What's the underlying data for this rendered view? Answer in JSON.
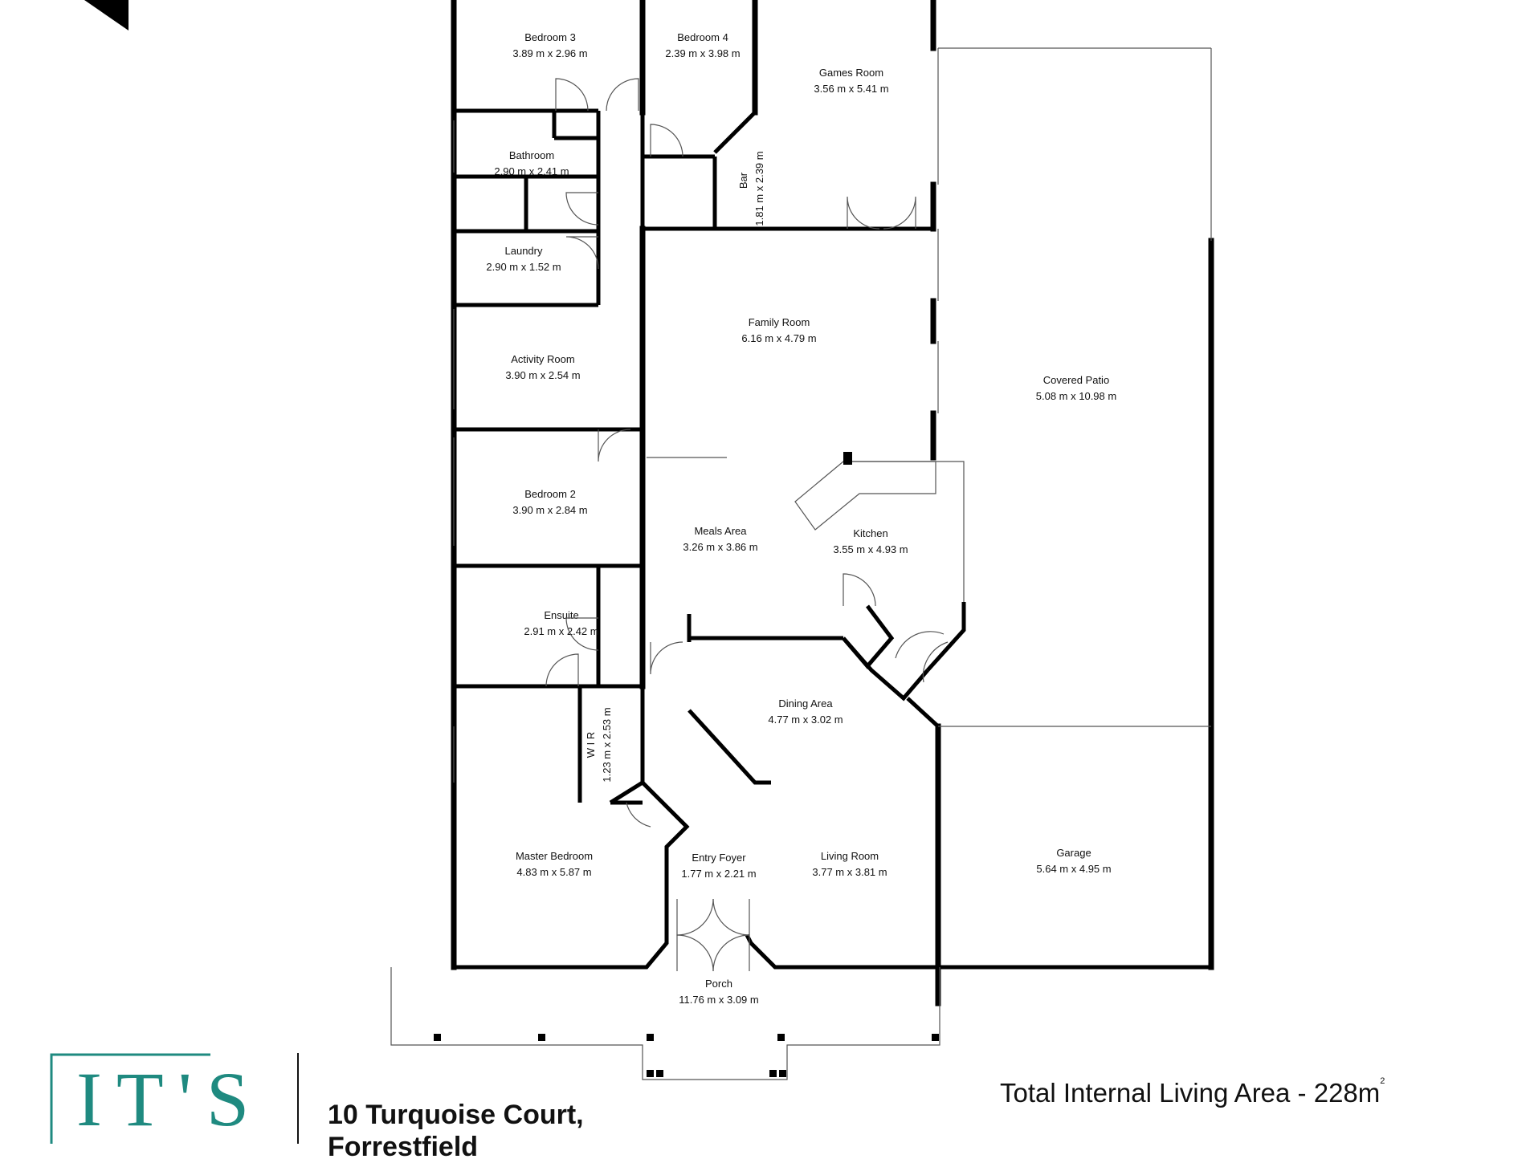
{
  "rooms": {
    "bedroom3": {
      "name": "Bedroom 3",
      "dims": "3.89 m x 2.96 m"
    },
    "bedroom4": {
      "name": "Bedroom 4",
      "dims": "2.39 m x 3.98 m"
    },
    "games": {
      "name": "Games Room",
      "dims": "3.56 m x 5.41 m"
    },
    "bathroom": {
      "name": "Bathroom",
      "dims": "2.90 m x 2.41 m"
    },
    "bar": {
      "name": "Bar",
      "dims": "1.81 m x 2.39 m"
    },
    "laundry": {
      "name": "Laundry",
      "dims": "2.90 m x 1.52 m"
    },
    "family": {
      "name": "Family Room",
      "dims": "6.16 m x 4.79 m"
    },
    "activity": {
      "name": "Activity Room",
      "dims": "3.90 m x 2.54 m"
    },
    "patio": {
      "name": "Covered Patio",
      "dims": "5.08 m x 10.98 m"
    },
    "bedroom2": {
      "name": "Bedroom 2",
      "dims": "3.90 m x 2.84 m"
    },
    "meals": {
      "name": "Meals Area",
      "dims": "3.26 m x 3.86 m"
    },
    "kitchen": {
      "name": "Kitchen",
      "dims": "3.55 m x 4.93 m"
    },
    "ensuite": {
      "name": "Ensuite",
      "dims": "2.91 m x 2.42 m"
    },
    "dining": {
      "name": "Dining Area",
      "dims": "4.77 m x 3.02 m"
    },
    "wir": {
      "name": "W I R",
      "dims": "1.23 m x 2.53 m"
    },
    "master": {
      "name": "Master Bedroom",
      "dims": "4.83 m x 5.87 m"
    },
    "foyer": {
      "name": "Entry Foyer",
      "dims": "1.77 m x 2.21 m"
    },
    "living": {
      "name": "Living Room",
      "dims": "3.77 m x 3.81 m"
    },
    "garage": {
      "name": "Garage",
      "dims": "5.64 m x 4.95 m"
    },
    "porch": {
      "name": "Porch",
      "dims": "11.76 m x 3.09 m"
    }
  },
  "footer": {
    "total_area_label": "Total Internal Living Area - 228m",
    "total_area_sup": "2",
    "logo_text": "IT'S",
    "address_line1": "10 Turquoise Court,",
    "address_line2": "Forrestfield"
  },
  "colors": {
    "wall": "#000000",
    "line": "#555555",
    "brand": "#1f8a80"
  }
}
